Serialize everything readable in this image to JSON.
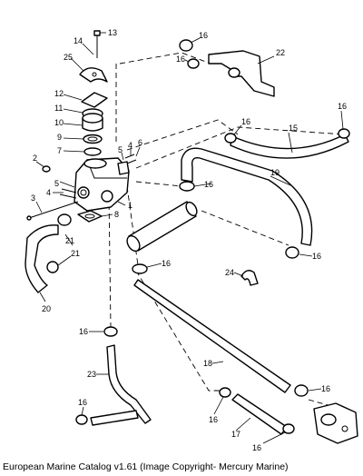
{
  "caption": "European Marine Catalog v1.61 (Image Copyright- Mercury Marine)",
  "labels": {
    "p1": "1",
    "p2": "2",
    "p3": "3",
    "p4a": "4",
    "p4b": "4",
    "p5a": "5",
    "p5b": "5",
    "p6": "6",
    "p7": "7",
    "p8": "8",
    "p9": "9",
    "p10": "10",
    "p11": "11",
    "p12": "12",
    "p13": "13",
    "p14": "14",
    "p15": "15",
    "p16a": "16",
    "p16b": "16",
    "p16c": "16",
    "p16d": "16",
    "p16e": "16",
    "p16f": "16",
    "p16g": "16",
    "p16h": "16",
    "p16i": "16",
    "p16j": "16",
    "p16k": "16",
    "p16l": "16",
    "p17": "17",
    "p18": "18",
    "p19": "19",
    "p20": "20",
    "p21a": "21",
    "p21b": "21",
    "p22": "22",
    "p23": "23",
    "p24": "24",
    "p25": "25"
  }
}
